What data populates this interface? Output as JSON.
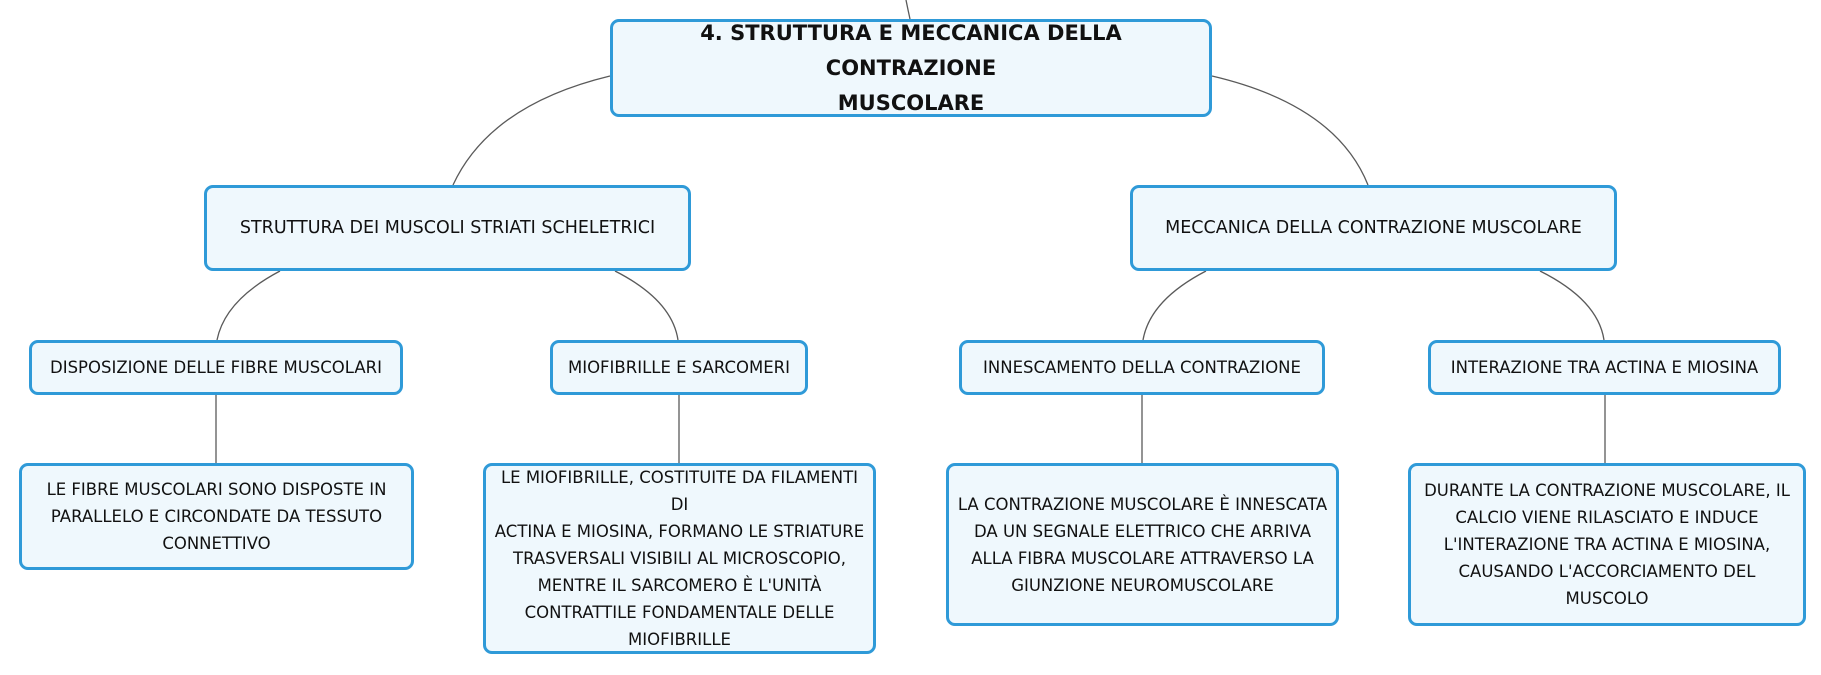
{
  "root": {
    "line1": "4. STRUTTURA E MECCANICA DELLA CONTRAZIONE",
    "line2": "MUSCOLARE"
  },
  "branches": [
    {
      "label": "STRUTTURA DEI MUSCOLI STRIATI SCHELETRICI",
      "topics": [
        {
          "label": "DISPOSIZIONE DELLE FIBRE MUSCOLARI",
          "detail_lines": [
            "LE FIBRE MUSCOLARI SONO DISPOSTE IN",
            "PARALLELO E CIRCONDATE DA TESSUTO",
            "CONNETTIVO"
          ]
        },
        {
          "label": "MIOFIBRILLE E SARCOMERI",
          "detail_lines": [
            "LE MIOFIBRILLE, COSTITUITE DA FILAMENTI DI",
            "ACTINA E MIOSINA, FORMANO LE STRIATURE",
            "TRASVERSALI VISIBILI AL MICROSCOPIO,",
            "MENTRE IL SARCOMERO È L'UNITÀ",
            "CONTRATTILE FONDAMENTALE DELLE",
            "MIOFIBRILLE"
          ]
        }
      ]
    },
    {
      "label": "MECCANICA DELLA CONTRAZIONE MUSCOLARE",
      "topics": [
        {
          "label": "INNESCAMENTO DELLA CONTRAZIONE",
          "detail_lines": [
            "LA CONTRAZIONE MUSCOLARE È INNESCATA",
            "DA UN SEGNALE ELETTRICO CHE ARRIVA",
            "ALLA FIBRA MUSCOLARE ATTRAVERSO LA",
            "GIUNZIONE NEUROMUSCOLARE"
          ]
        },
        {
          "label": "INTERAZIONE TRA ACTINA E MIOSINA",
          "detail_lines": [
            "DURANTE LA CONTRAZIONE MUSCOLARE, IL",
            "CALCIO VIENE RILASCIATO E INDUCE",
            "L'INTERAZIONE TRA ACTINA E MIOSINA,",
            "CAUSANDO L'ACCORCIAMENTO DEL",
            "MUSCOLO"
          ]
        }
      ]
    }
  ],
  "colors": {
    "node_border": "#2f9ad8",
    "node_fill": "#eff8fd",
    "connector": "#5a5a5a",
    "text": "#111111"
  }
}
